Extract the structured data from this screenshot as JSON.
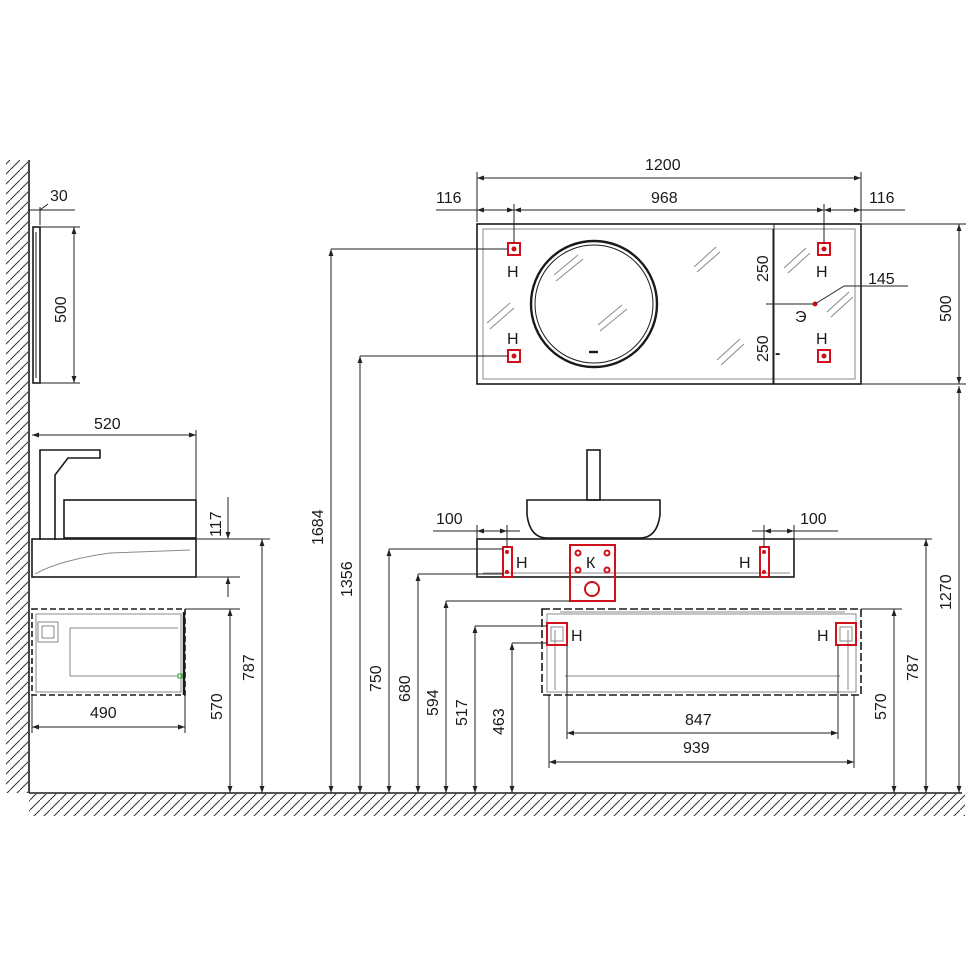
{
  "dimensions": {
    "mirror_depth": "30",
    "mirror_height_side": "500",
    "counter_depth": "520",
    "counter_thickness": "117",
    "height_787_left": "787",
    "height_570_left": "570",
    "cabinet_depth": "490",
    "mirror_width": "1200",
    "mirror_left_offset": "116",
    "mirror_hole_spacing": "968",
    "mirror_right_offset": "116",
    "mirror_upper": "250",
    "mirror_lower": "250",
    "mirror_socket_offset": "145",
    "mirror_height_front": "500",
    "counter_left_offset": "100",
    "counter_right_offset": "100",
    "height_1684": "1684",
    "height_1356": "1356",
    "height_750": "750",
    "height_680": "680",
    "height_594": "594",
    "height_517": "517",
    "height_463": "463",
    "cabinet_hole_spacing": "847",
    "cabinet_width": "939",
    "height_570_right": "570",
    "height_787_right": "787",
    "height_1270": "1270"
  },
  "markers": {
    "mount_h": "Н",
    "socket_e": "Э",
    "plumbing_k": "К",
    "minus": "-"
  }
}
